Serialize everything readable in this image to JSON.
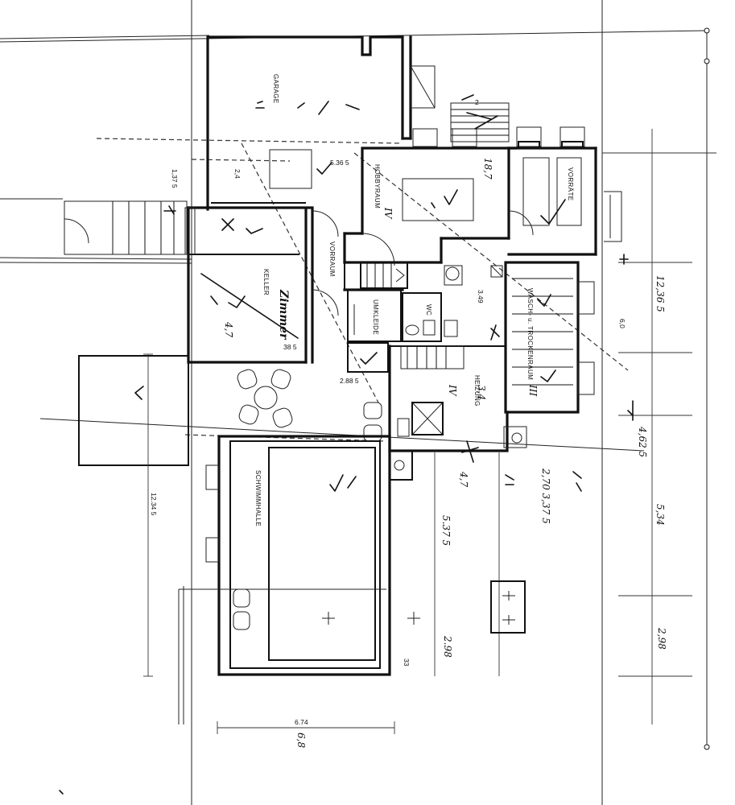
{
  "rooms": {
    "garage": "GARAGE",
    "hobbyraum": "HOBBYRAUM",
    "vorraete": "VORRÄTE",
    "vorraum": "VORRAUM",
    "keller": "KELLER",
    "umkleide": "UMKLEIDE",
    "wc": "WC",
    "waschraum": "WASCH- u. TROCKENRAUM",
    "heizung": "HEIZUNG",
    "schwimmhalle": "SCHWIMMHALLE"
  },
  "handwritten": {
    "zimmer": "Zimmer",
    "keller_value": "4,7",
    "hobby_value": "18,7",
    "heizung_value": "3,4",
    "floor_value": "4,7",
    "numeral_2": "2",
    "numeral_4": "IV",
    "numeral_3": "III"
  },
  "dimensions": {
    "d536": "5.36 5",
    "d349": "3.49",
    "d288": "2.88 5",
    "d385": "38 5",
    "d1234": "12.34 5",
    "d674": "6.74",
    "d68": "6,8",
    "d5375": "5.37 5",
    "d298": "2.98",
    "d270": "2,70  3,37 5",
    "d1236": "12,36 5",
    "d60": "6,0",
    "d4625": "4,62 5",
    "d534": "5,34",
    "d298b": "2,98",
    "d24": "2,4",
    "d1237": "1,37 5",
    "d33": "33"
  }
}
